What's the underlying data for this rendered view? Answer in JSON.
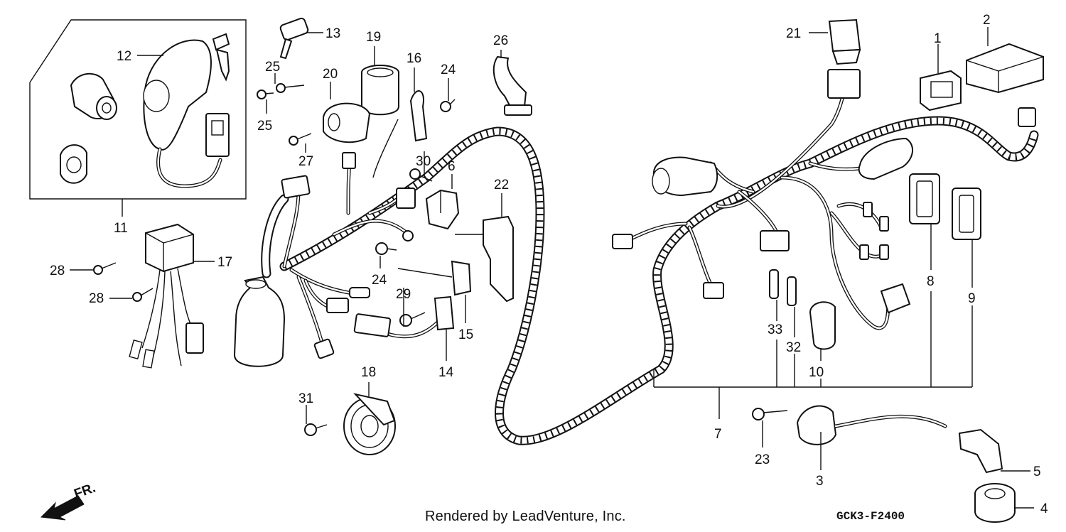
{
  "diagram": {
    "caption": "Rendered by LeadVenture, Inc.",
    "diagram_code": "GCK3-F2400",
    "direction_label": "FR.",
    "callouts": [
      "1",
      "2",
      "3",
      "4",
      "5",
      "6",
      "7",
      "8",
      "9",
      "10",
      "11",
      "12",
      "13",
      "14",
      "15",
      "16",
      "17",
      "18",
      "19",
      "20",
      "21",
      "22",
      "23",
      "24",
      "24",
      "25",
      "25",
      "26",
      "27",
      "28",
      "28",
      "29",
      "30",
      "31",
      "32",
      "33"
    ]
  }
}
